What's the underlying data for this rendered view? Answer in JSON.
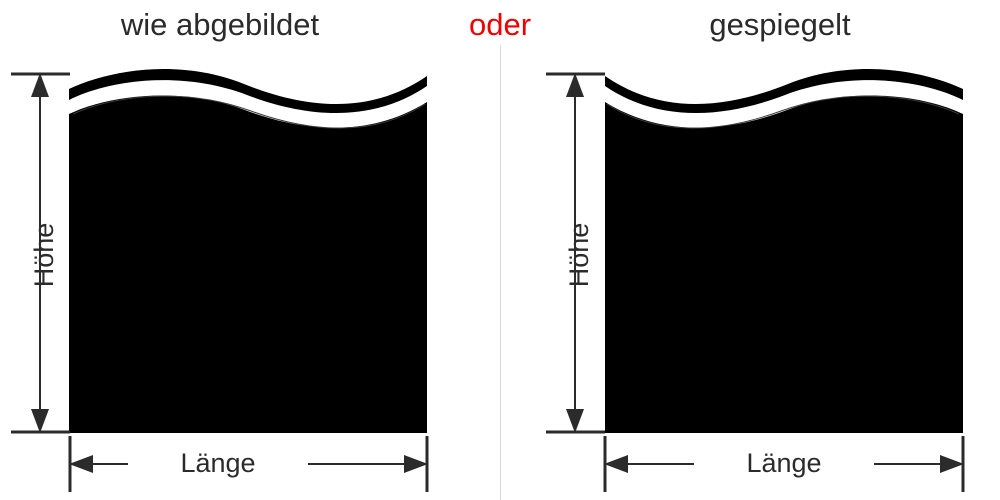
{
  "titles": {
    "left": "wie abgebildet",
    "separator": "oder",
    "right": "gespiegelt"
  },
  "colors": {
    "separator_red": "#ee0000",
    "text_dark": "#2b2b2b",
    "shape_black": "#000000",
    "divider_gray": "#d8d8d8",
    "background": "#ffffff"
  },
  "panels": [
    {
      "name": "as-pictured",
      "title": "wie abgebildet",
      "mirrored": false,
      "height_label": "Höhe",
      "length_label": "Länge"
    },
    {
      "name": "mirrored",
      "title": "gespiegelt",
      "mirrored": true,
      "height_label": "Höhe",
      "length_label": "Länge"
    }
  ],
  "labels": {
    "height": "Höhe",
    "length": "Länge"
  }
}
